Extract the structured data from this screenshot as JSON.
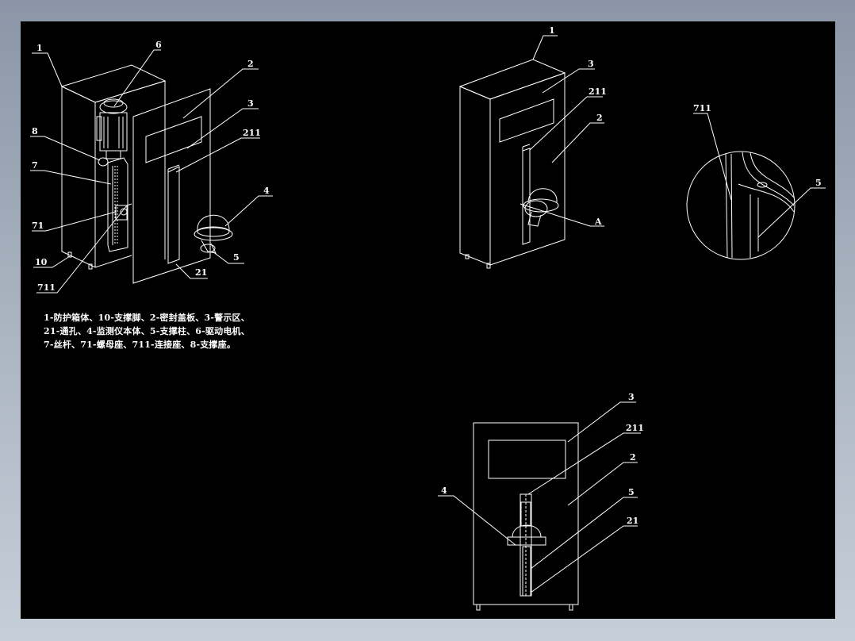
{
  "labels": {
    "v1": {
      "l1": "1",
      "l6": "6",
      "l2": "2",
      "l3": "3",
      "l211": "211",
      "l4": "4",
      "l8": "8",
      "l7": "7",
      "l71": "71",
      "l10": "10",
      "l711": "711",
      "l5": "5",
      "l21": "21"
    },
    "v2": {
      "l1": "1",
      "l3": "3",
      "l211": "211",
      "l2": "2",
      "lA": "A"
    },
    "v3": {
      "l711": "711",
      "l5": "5"
    },
    "v4": {
      "l3": "3",
      "l211": "211",
      "l2": "2",
      "l4": "4",
      "l5": "5",
      "l21": "21"
    }
  },
  "legend": {
    "line1": "1-防护箱体、10-支撑脚、2-密封盖板、3-警示区、",
    "line2": "21-通孔、4-监测仪本体、5-支撑柱、6-驱动电机、",
    "line3": "7-丝杆、71-螺母座、711-连接座、8-支撑座。"
  },
  "colors": {
    "canvas": "#000000",
    "frame": "#8b97a8",
    "lines": "#ffffff"
  }
}
